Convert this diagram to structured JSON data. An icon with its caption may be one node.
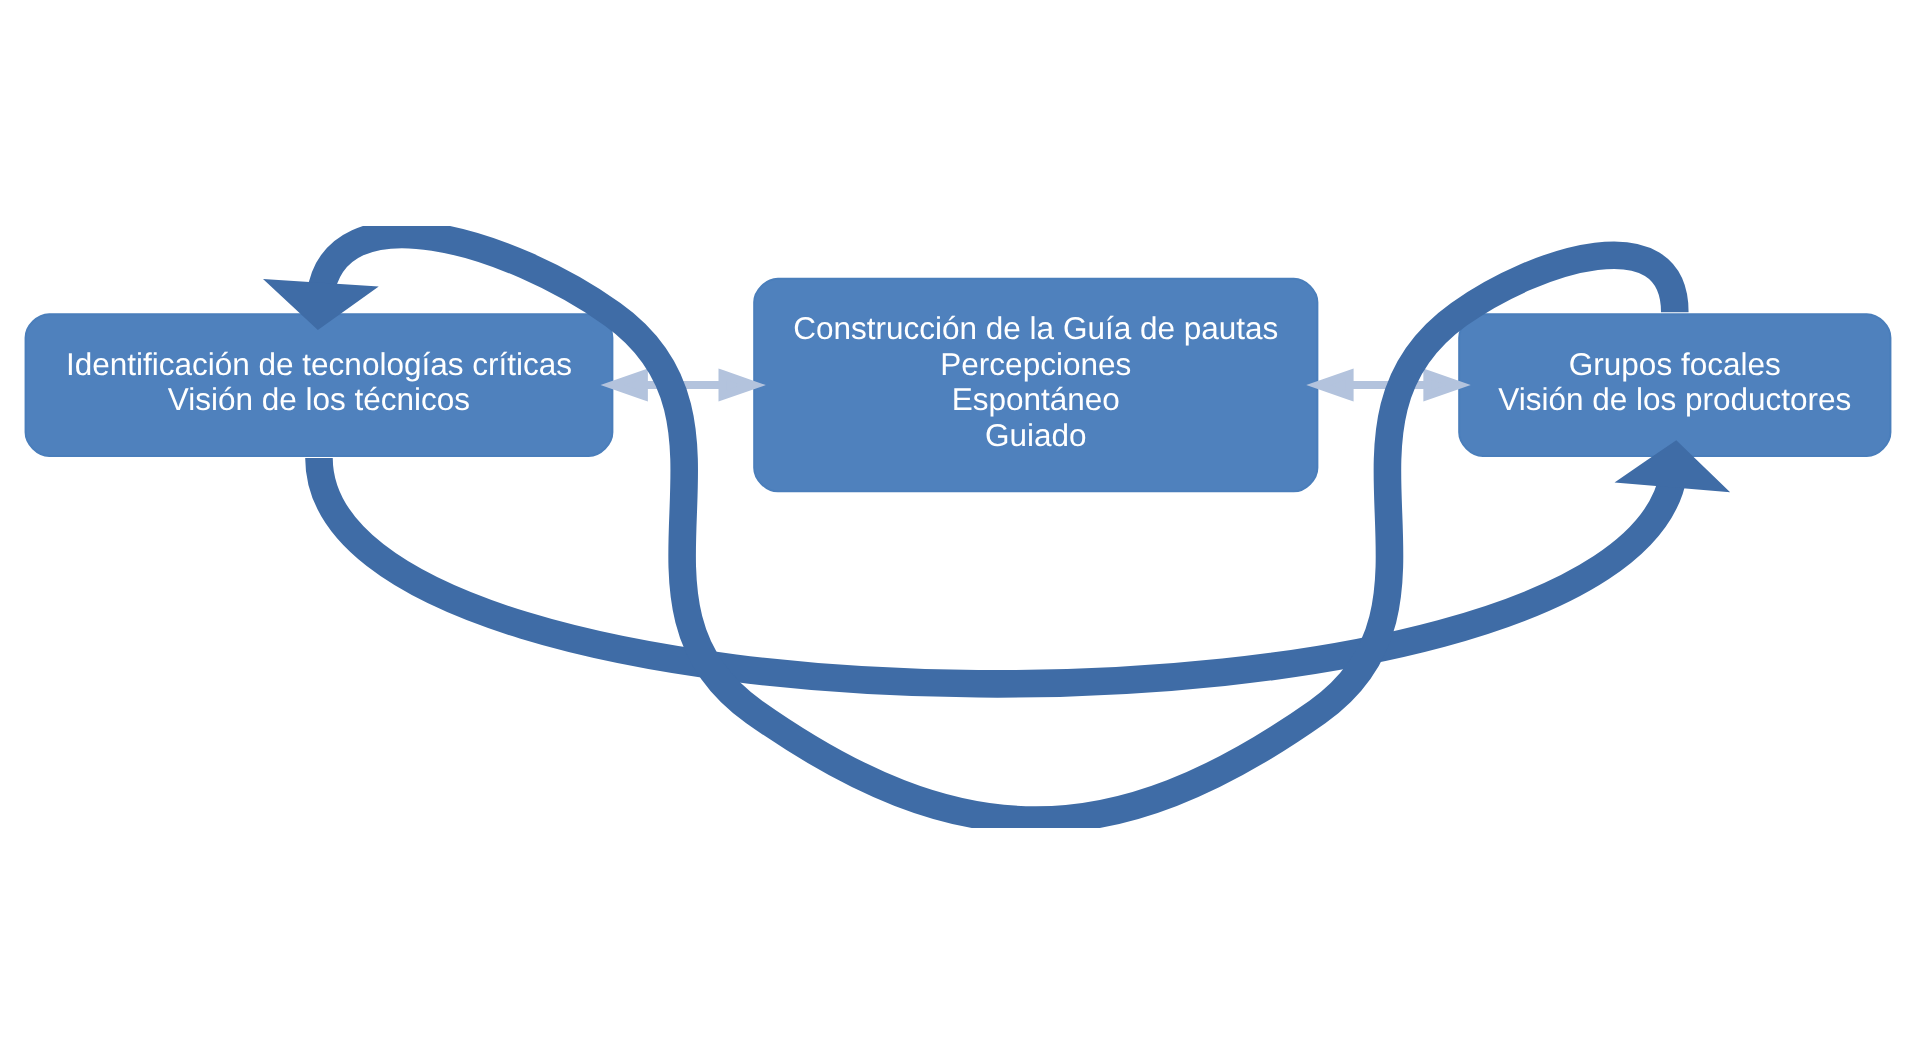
{
  "diagram": {
    "nodes": [
      {
        "text": [
          "Identificación de tecnologías críticas",
          "Visión de los técnicos"
        ]
      },
      {
        "text": [
          "Construcción de la Guía de pautas",
          "Percepciones",
          "Espontáneo",
          "Guiado"
        ]
      },
      {
        "text": [
          "Grupos focales",
          "Visión de los productores"
        ]
      }
    ],
    "edges": [
      {
        "from": 0,
        "to": 1,
        "arrow": "both",
        "color": "#b3c3dd"
      },
      {
        "from": 1,
        "to": 2,
        "arrow": "both",
        "color": "#b3c3dd"
      },
      {
        "from": 0,
        "to": 2,
        "arrow": "to",
        "style": "thick",
        "color": "#3f6ca6"
      },
      {
        "from": 2,
        "to": 0,
        "arrow": "to",
        "style": "thick",
        "color": "#3f6ca6"
      }
    ]
  }
}
